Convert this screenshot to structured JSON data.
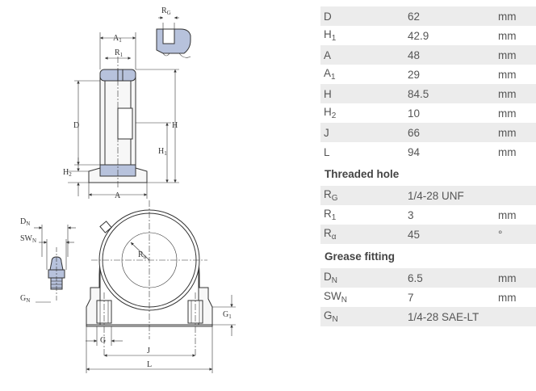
{
  "drawing": {
    "labels": {
      "rg": "R",
      "rg_sub": "G",
      "a1": "A",
      "a1_sub": "1",
      "r1": "R",
      "r1_sub": "1",
      "d": "D",
      "h": "H",
      "h1": "H",
      "h1_sub": "1",
      "h2": "H",
      "h2_sub": "2",
      "a": "A",
      "dn": "D",
      "dn_sub": "N",
      "swn": "SW",
      "swn_sub": "N",
      "gn": "G",
      "gn_sub": "N",
      "ralpha": "R",
      "ralpha_sub": "α",
      "g1": "G",
      "g1_sub": "1",
      "g": "G",
      "j": "J",
      "l": "L"
    }
  },
  "dimensions": [
    {
      "sym": "D",
      "sub": "",
      "val": "62",
      "unit": "mm"
    },
    {
      "sym": "H",
      "sub": "1",
      "val": "42.9",
      "unit": "mm"
    },
    {
      "sym": "A",
      "sub": "",
      "val": "48",
      "unit": "mm"
    },
    {
      "sym": "A",
      "sub": "1",
      "val": "29",
      "unit": "mm"
    },
    {
      "sym": "H",
      "sub": "",
      "val": "84.5",
      "unit": "mm"
    },
    {
      "sym": "H",
      "sub": "2",
      "val": "10",
      "unit": "mm"
    },
    {
      "sym": "J",
      "sub": "",
      "val": "66",
      "unit": "mm"
    },
    {
      "sym": "L",
      "sub": "",
      "val": "94",
      "unit": "mm"
    }
  ],
  "threaded_hole": {
    "heading": "Threaded hole",
    "rows": [
      {
        "sym": "R",
        "sub": "G",
        "val": "1/4-28 UNF",
        "unit": ""
      },
      {
        "sym": "R",
        "sub": "1",
        "val": "3",
        "unit": "mm"
      },
      {
        "sym": "R",
        "sub": "α",
        "val": "45",
        "unit": "°"
      }
    ]
  },
  "grease_fitting": {
    "heading": "Grease fitting",
    "rows": [
      {
        "sym": "D",
        "sub": "N",
        "val": "6.5",
        "unit": "mm"
      },
      {
        "sym": "SW",
        "sub": "N",
        "val": "7",
        "unit": "mm"
      },
      {
        "sym": "G",
        "sub": "N",
        "val": "1/4-28 SAE-LT",
        "unit": ""
      }
    ]
  }
}
